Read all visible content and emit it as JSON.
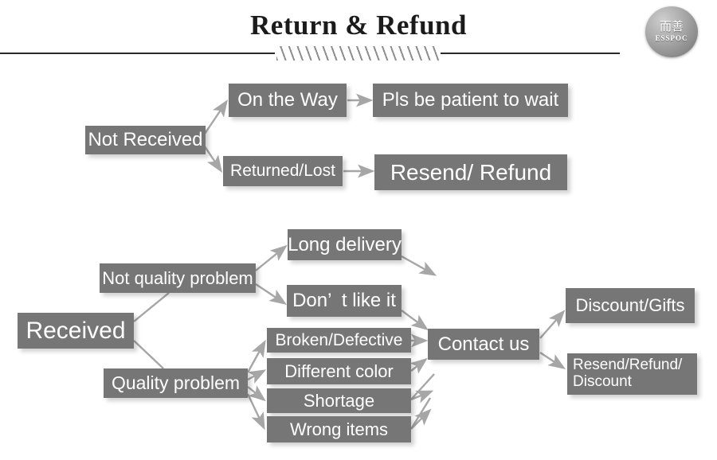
{
  "header": {
    "title": "Return & Refund",
    "logo": {
      "cn_text": "而善",
      "en_text": "ESSPOC",
      "name": "esspoc-logo"
    }
  },
  "theme": {
    "box_fill": "#767676",
    "box_text": "#ffffff",
    "page_bg": "#ffffff",
    "arrow_color": "#a6a6a6",
    "rule_color": "#2a2a2a",
    "hatch_color": "#8e8e8e"
  },
  "flowchart": {
    "branch_not_received": {
      "root": "Not Received",
      "steps": [
        {
          "cause": "On the Way",
          "result": "Pls be patient to wait"
        },
        {
          "cause": "Returned/Lost",
          "result": "Resend/ Refund"
        }
      ]
    },
    "branch_received": {
      "root": "Received",
      "groups": [
        {
          "label": "Not quality problem",
          "items": [
            "Long delivery",
            "Don’  t like it"
          ]
        },
        {
          "label": "Quality problem",
          "items": [
            "Broken/Defective",
            "Different color",
            "Shortage",
            "Wrong items"
          ]
        }
      ],
      "hub": "Contact us",
      "outcomes": [
        "Discount/Gifts",
        "Resend/Refund/\nDiscount"
      ]
    }
  }
}
